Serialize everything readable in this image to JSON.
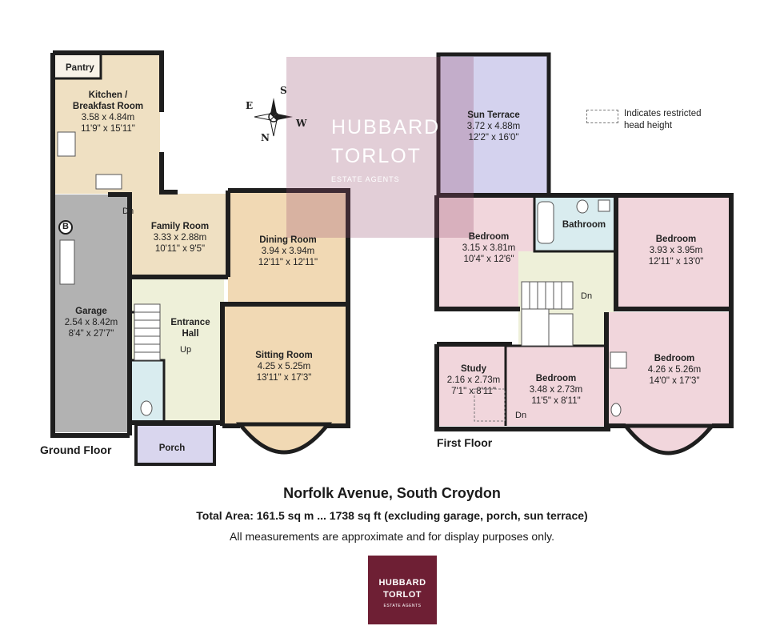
{
  "colors": {
    "wall": "#1e1e1e",
    "kitchen": "#efe0c2",
    "hall": "#eef0d9",
    "family": "#efe0c2",
    "dining": "#f1d9b4",
    "sitting": "#f1d9b4",
    "garage": "#b2b2b2",
    "porch": "#d9d6ee",
    "wc": "#d9ecef",
    "sun_terrace": "#d4d2ee",
    "bedroom": "#f1d6dc",
    "bathroom": "#d9ecef",
    "landing": "#eef0d9",
    "watermark": "#9a5a74",
    "logo_bg": "#6e1f34"
  },
  "watermark": {
    "line1": "HUBBARD",
    "line2": "TORLOT",
    "line3": "ESTATE AGENTS"
  },
  "compass": {
    "north": "N",
    "south": "S",
    "east": "E",
    "west": "W"
  },
  "legend": {
    "text_line1": "Indicates restricted",
    "text_line2": "head height"
  },
  "ground_floor": {
    "label": "Ground Floor",
    "rooms": [
      {
        "key": "pantry",
        "name": "Pantry",
        "metric": "",
        "imperial": ""
      },
      {
        "key": "kitchen",
        "name_line1": "Kitchen /",
        "name_line2": "Breakfast Room",
        "metric": "3.58 x 4.84m",
        "imperial": "11'9\" x 15'11\""
      },
      {
        "key": "family",
        "name": "Family Room",
        "metric": "3.33 x 2.88m",
        "imperial": "10'11\" x 9'5\""
      },
      {
        "key": "dining",
        "name": "Dining Room",
        "metric": "3.94 x 3.94m",
        "imperial": "12'11\" x 12'11\""
      },
      {
        "key": "garage",
        "name": "Garage",
        "metric": "2.54 x 8.42m",
        "imperial": "8'4\" x 27'7\""
      },
      {
        "key": "entrance",
        "name_line1": "Entrance",
        "name_line2": "Hall"
      },
      {
        "key": "sitting",
        "name": "Sitting Room",
        "metric": "4.25 x 5.25m",
        "imperial": "13'11\" x 17'3\""
      },
      {
        "key": "porch",
        "name": "Porch"
      }
    ],
    "stairs": {
      "up": "Up",
      "down": "Dn"
    },
    "boiler": "B"
  },
  "first_floor": {
    "label": "First Floor",
    "rooms": [
      {
        "key": "sun",
        "name": "Sun Terrace",
        "metric": "3.72 x 4.88m",
        "imperial": "12'2\" x 16'0\""
      },
      {
        "key": "bed1",
        "name": "Bedroom",
        "metric": "3.15 x 3.81m",
        "imperial": "10'4\" x 12'6\""
      },
      {
        "key": "bath",
        "name": "Bathroom"
      },
      {
        "key": "bed2",
        "name": "Bedroom",
        "metric": "3.93 x 3.95m",
        "imperial": "12'11\" x 13'0\""
      },
      {
        "key": "study",
        "name": "Study",
        "metric": "2.16 x 2.73m",
        "imperial": "7'1\" x 8'11\""
      },
      {
        "key": "bed3",
        "name": "Bedroom",
        "metric": "3.48 x 2.73m",
        "imperial": "11'5\" x 8'11\""
      },
      {
        "key": "bed4",
        "name": "Bedroom",
        "metric": "4.26 x 5.26m",
        "imperial": "14'0\" x 17'3\""
      }
    ],
    "stairs": {
      "down1": "Dn",
      "down2": "Dn"
    }
  },
  "footer": {
    "address": "Norfolk Avenue, South Croydon",
    "total_area": "Total Area: 161.5 sq m ... 1738 sq ft (excluding garage, porch, sun terrace)",
    "disclaimer": "All measurements are approximate and for display purposes only."
  },
  "logo": {
    "line1": "HUBBARD",
    "line2": "TORLOT",
    "line3": "ESTATE AGENTS"
  }
}
